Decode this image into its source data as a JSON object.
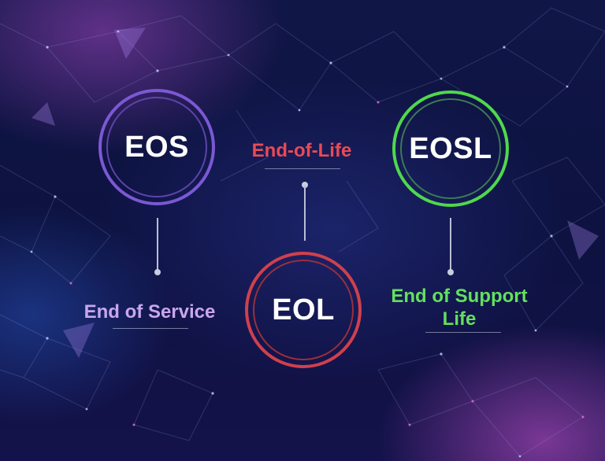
{
  "nodes": {
    "eos": {
      "acronym": "EOS",
      "label": "End of Service",
      "ring_color": "#7f5ad6",
      "label_color": "#c9a6ee"
    },
    "eol": {
      "acronym": "EOL",
      "label": "End-of-Life",
      "ring_color": "#d6404e",
      "label_color": "#ea4a55"
    },
    "eosl": {
      "acronym": "EOSL",
      "label_line1": "End of Support",
      "label_line2": "Life",
      "ring_color": "#4fd84c",
      "label_color": "#63e05d"
    }
  },
  "background": {
    "style": "network-constellation",
    "colors": [
      "#0b1038",
      "#a046be",
      "#2a5ac8"
    ]
  }
}
